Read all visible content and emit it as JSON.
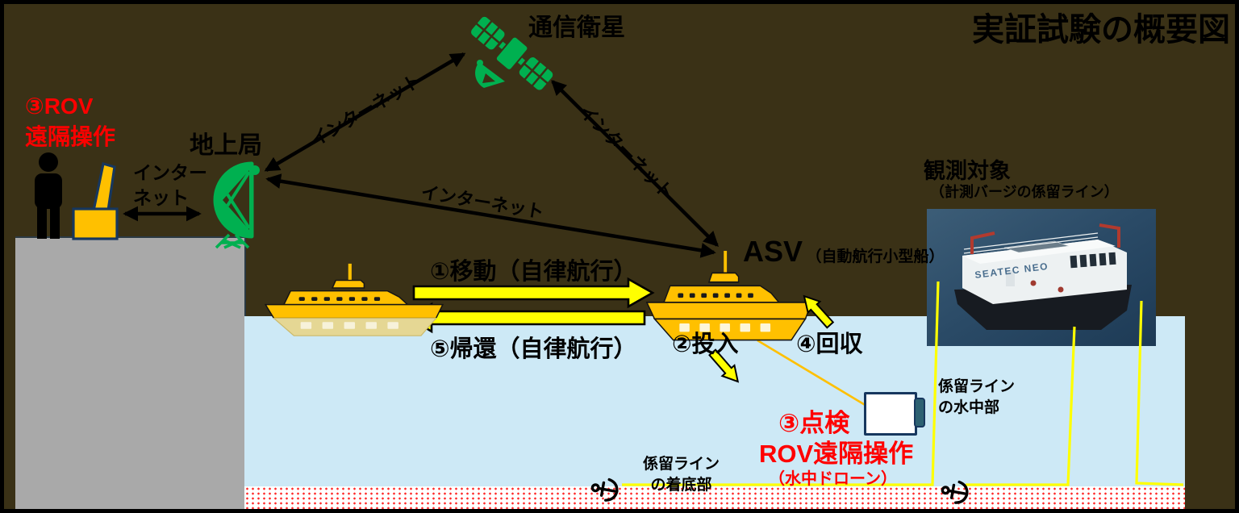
{
  "title": "実証試験の概要図",
  "satellite": {
    "label": "通信衛星"
  },
  "ground_station": {
    "label": "地上局"
  },
  "operator": {
    "line1": "③ROV",
    "line2": "遠隔操作"
  },
  "internet": {
    "label": "インターネット",
    "line1": "インター",
    "line2": "ネット"
  },
  "asv": {
    "label": "ASV",
    "sublabel": "（自動航行小型船）"
  },
  "steps": {
    "move": "①移動（自律航行）",
    "deploy": "②投入",
    "recover": "④回収",
    "return": "⑤帰還（自律航行）",
    "inspect1": "③点検",
    "inspect2": "ROV遠隔操作",
    "inspect3": "（水中ドローン）"
  },
  "observation": {
    "label": "観測対象",
    "sublabel": "（計測バージの係留ライン）",
    "photo_text": "SEATEC NEO"
  },
  "mooring": {
    "underwater1": "係留ライン",
    "underwater2": "の水中部",
    "bottom1": "係留ライン",
    "bottom2": "の着底部"
  },
  "colors": {
    "background": "#3a3116",
    "water": "#cde9f6",
    "green": "#00b050",
    "orange": "#ffc000",
    "yellow": "#ffff00",
    "red": "#ff0000",
    "pier": "#a9a9a9"
  }
}
